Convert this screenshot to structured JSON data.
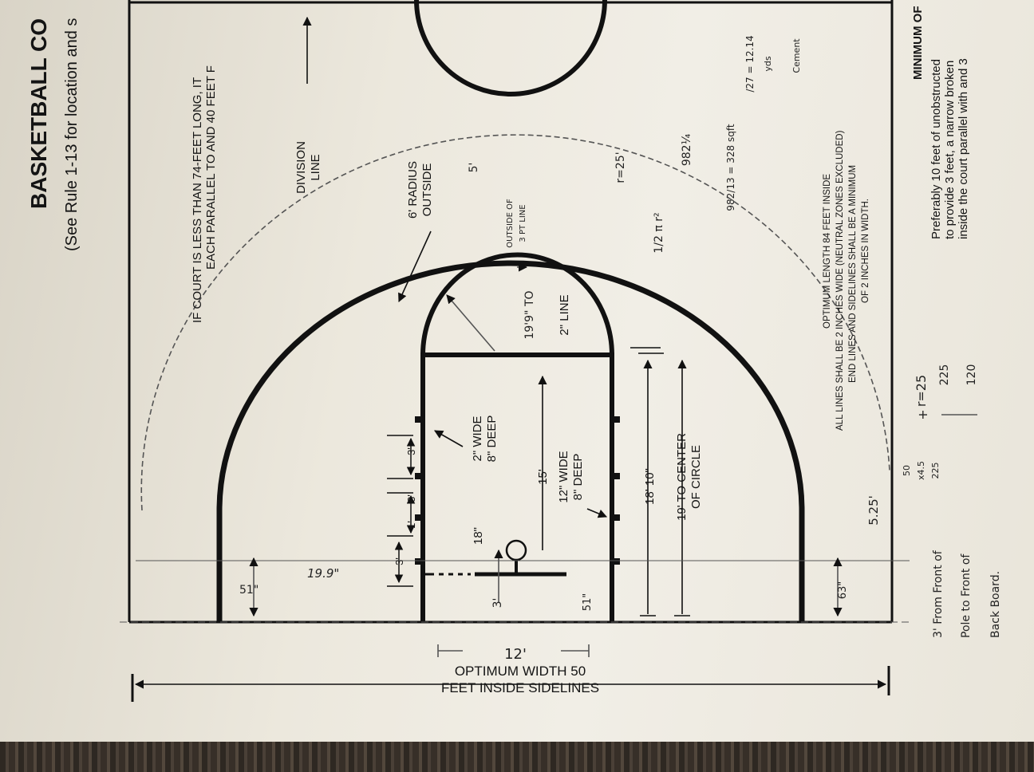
{
  "header": {
    "title": "BASKETBALL CO",
    "subtitle": "(See Rule 1-13 for location and s"
  },
  "court_notes": {
    "short_court": [
      "IF COURT IS LESS THAN 74-FEET LONG, IT",
      "EACH PARALLEL TO AND 40 FEET F"
    ],
    "division_line": [
      "DIVISION",
      "LINE"
    ],
    "radius_outside": [
      "6' RADIUS",
      "OUTSIDE"
    ],
    "two_inch_line": "2\" LINE",
    "mark_small": [
      "2\" WIDE",
      "8\" DEEP"
    ],
    "mark_large": [
      "12\" WIDE",
      "8\" DEEP"
    ],
    "fifteen_ft": "15'",
    "eighteen_in": "18\"",
    "dist_18_10": "18' 10\"",
    "to_center": [
      "19' TO CENTER",
      "OF CIRCLE"
    ],
    "hash_3a": "3'",
    "hash_3b": "3'",
    "hash_3c": "3'",
    "hash_1": "1'",
    "optimum_length": [
      "OPTIMUM LENGTH 84 FEET INSIDE",
      "ALL LINES SHALL BE 2 INCHES WIDE (NEUTRAL ZONES EXCLUDED)",
      "END LINES AND SIDELINES SHALL BE A MINIMUM",
      "OF 2 INCHES IN WIDTH."
    ],
    "optimum_width": [
      "OPTIMUM WIDTH 50",
      "FEET INSIDE SIDELINES"
    ],
    "minimum": "MINIMUM OF",
    "preferably": [
      "Preferably 10 feet of unobstructed",
      "to provide 3 feet, a narrow broken",
      "inside the court parallel with and 3"
    ]
  },
  "handwriting": {
    "dim_19_9": "19.9\"",
    "dim_51_left": "51\"",
    "dim_51_lane": "51\"",
    "dim_3_ft": "3'",
    "dim_12": "12'",
    "dim_5_25": "5.25'",
    "dim_63": "63\"",
    "dim_19_9_to": "19'9\" TO",
    "outside_3pt": [
      "OUTSIDE OF",
      "3 PT LINE"
    ],
    "dim_5": "5'",
    "r_25": "r=25'",
    "half_pi_r2": "1/2 π r²",
    "area_982": "982¼",
    "area_fraction": "982/13 = 328 sqft",
    "area_yds": "/27 = 12.14",
    "yds": "yds",
    "cement": "Cement",
    "calc_r": "r=25",
    "calc_50": "50",
    "calc_x45": "x4.5",
    "calc_225a": "225",
    "calc_plus": "+",
    "calc_225b": "225",
    "calc_120": "120",
    "backboard_note": [
      "3' From Front of",
      "Pole to Front of",
      "Back Board."
    ]
  }
}
